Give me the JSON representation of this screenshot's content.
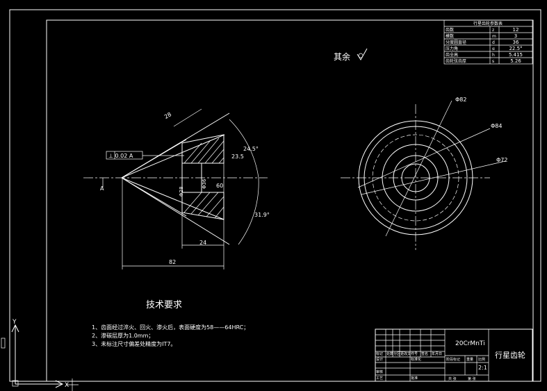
{
  "param_table": {
    "title": "行星齿轮参数表",
    "rows": [
      {
        "name": "齿数",
        "symbol": "z",
        "value": "12"
      },
      {
        "name": "模数",
        "symbol": "m",
        "value": "3"
      },
      {
        "name": "分度圆直径",
        "symbol": "d",
        "value": "36"
      },
      {
        "name": "压力角",
        "symbol": "α",
        "value": "22.5°"
      },
      {
        "name": "齿全高",
        "symbol": "h",
        "value": "5.415"
      },
      {
        "name": "齿轮弦齿厚",
        "symbol": "s",
        "value": "5.26"
      }
    ]
  },
  "roughness_note": "其余",
  "section_dims": {
    "tolerance_frame": "⊥ 0.02 A",
    "datum": "A",
    "d1": "28",
    "d2": "24.5°",
    "d3": "23.5",
    "d4": "Φ36",
    "d5": "Φ28",
    "d6": "60",
    "d7": "31.9°",
    "d8": "24",
    "d9": "82"
  },
  "circle_dims": {
    "c1": "Φ82",
    "c2": "Φ84",
    "c3": "Φ72"
  },
  "tech_requirements": {
    "title": "技术要求",
    "items": [
      "1、齿面经过淬火、回火、渗火后，表面硬度为58——64HRC；",
      "2、渗碳层厚为1.0mm；",
      "3、未标注尺寸偏差处精度为IT7。"
    ]
  },
  "title_block": {
    "material": "20CrMnTi",
    "part_name": "行星齿轮",
    "scale": "2:1",
    "labels": [
      "标记",
      "处数",
      "分区",
      "更改文件号",
      "签名",
      "年月日",
      "设计",
      "标准化",
      "阶段标记",
      "重量",
      "比例",
      "审核",
      "工艺",
      "批准",
      "共 张",
      "第 张"
    ]
  },
  "colors": {
    "background": "#000000",
    "line": "#ffffff"
  }
}
